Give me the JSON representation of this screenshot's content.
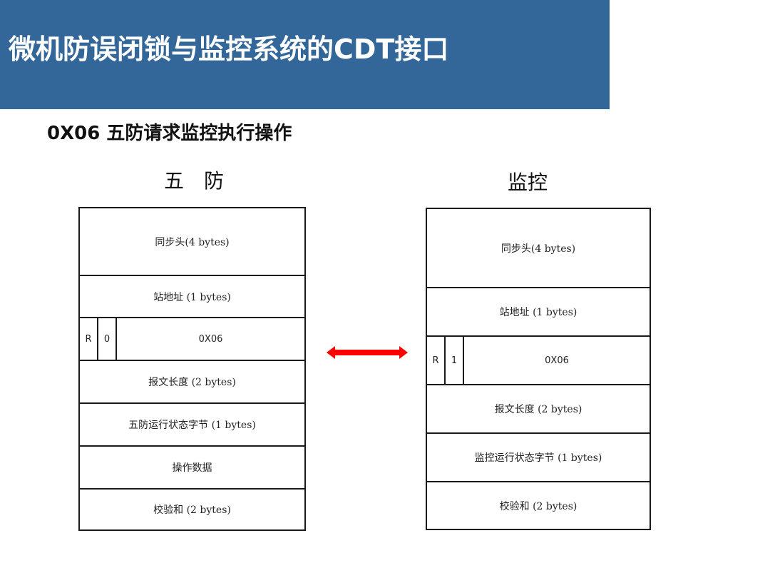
{
  "header": {
    "title": "微机防误闭锁与监控系统的CDT接口",
    "background_color": "#336699"
  },
  "subtitle": "0X06 五防请求监控执行操作",
  "left_frame": {
    "heading": "五　防",
    "rows": [
      {
        "label": "同步头(4 bytes)"
      },
      {
        "label": "站地址 (1 bytes)"
      },
      {
        "cells": [
          "R",
          "0",
          "0X06"
        ]
      },
      {
        "label": "报文长度 (2 bytes)"
      },
      {
        "label": "五防运行状态字节 (1 bytes)"
      },
      {
        "label": "操作数据"
      },
      {
        "label": "校验和 (2 bytes)"
      }
    ]
  },
  "right_frame": {
    "heading": "监控",
    "rows": [
      {
        "label": "同步头(4 bytes)"
      },
      {
        "label": "站地址 (1 bytes)"
      },
      {
        "cells": [
          "R",
          "1",
          "0X06"
        ]
      },
      {
        "label": "报文长度 (2 bytes)"
      },
      {
        "label": "监控运行状态字节 (1 bytes)"
      },
      {
        "label": "校验和 (2 bytes)"
      }
    ]
  },
  "connector": {
    "type": "double-headed-arrow",
    "color": "#ff0000"
  }
}
